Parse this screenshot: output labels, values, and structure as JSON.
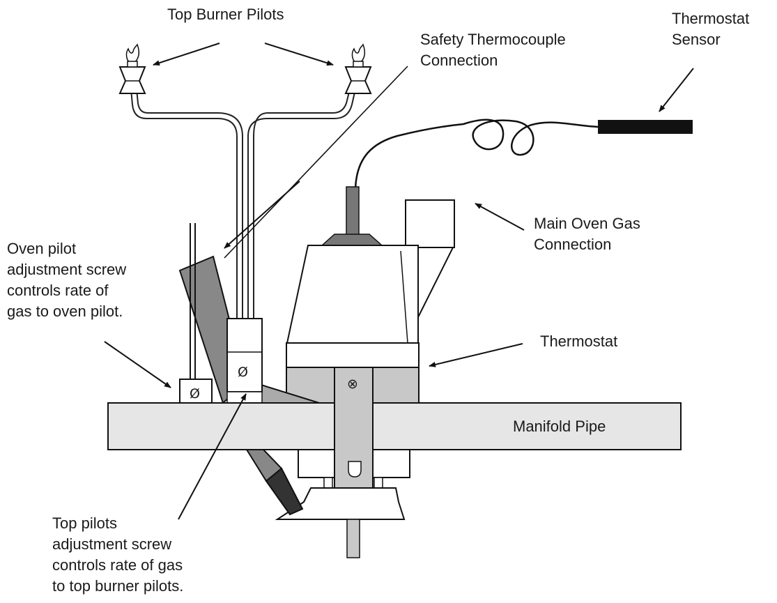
{
  "labels": {
    "top_burner_pilots": "Top Burner Pilots",
    "safety_thermocouple": [
      "Safety Thermocouple",
      "Connection"
    ],
    "thermostat_sensor": [
      "Thermostat",
      "Sensor"
    ],
    "main_oven_gas": [
      "Main Oven Gas",
      "Connection"
    ],
    "oven_pilot_screw": [
      "Oven pilot",
      "adjustment screw",
      "controls rate of",
      "gas to oven pilot."
    ],
    "thermostat": "Thermostat",
    "manifold_pipe": "Manifold Pipe",
    "top_pilots_screw": [
      "Top pilots",
      "adjustment screw",
      "controls rate of gas",
      "to top burner pilots."
    ]
  },
  "screw_symbols": {
    "screw_slot": "Ø",
    "screw_cross": "⊗"
  }
}
